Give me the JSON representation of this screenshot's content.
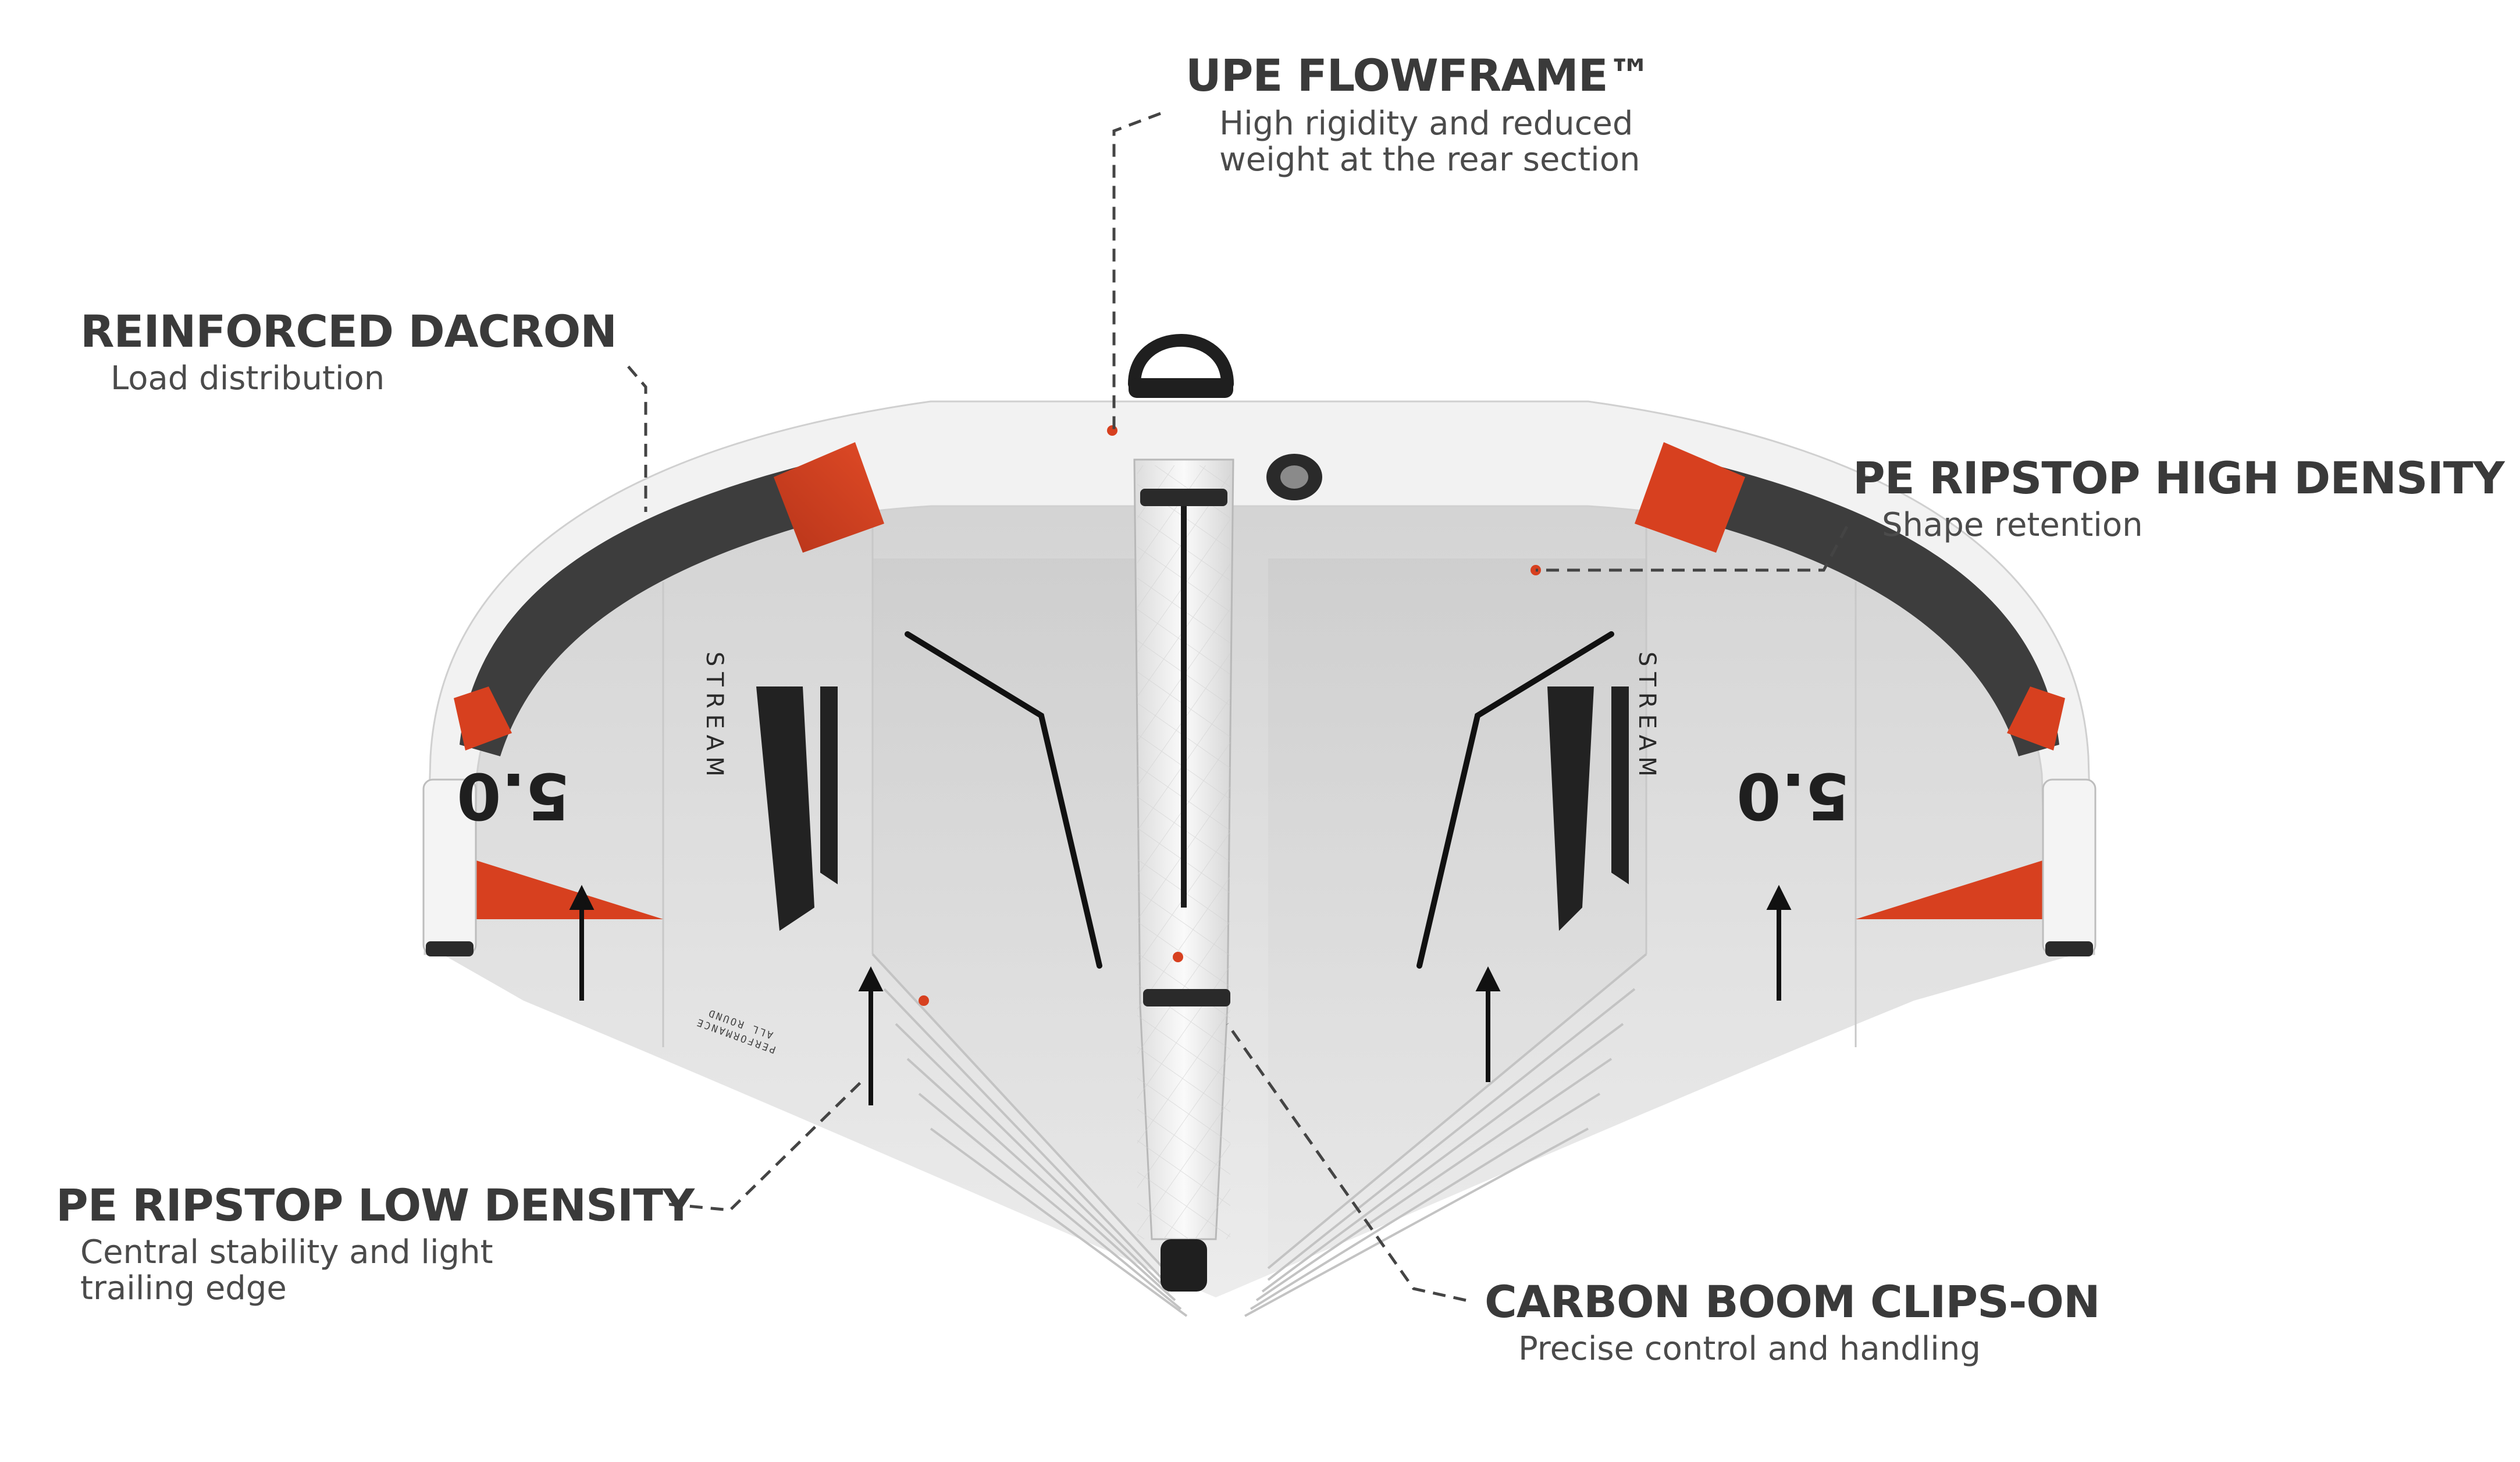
{
  "callouts": {
    "upe_flowframe": {
      "title": "UPE FLOWFRAME™",
      "desc_line1": "High rigidity and reduced",
      "desc_line2": "weight at the rear section"
    },
    "reinforced_dacron": {
      "title": "REINFORCED DACRON",
      "desc_line1": "Load distribution"
    },
    "pe_ripstop_high": {
      "title": "PE RIPSTOP HIGH DENSITY",
      "desc_line1": "Shape retention"
    },
    "pe_ripstop_low": {
      "title": "PE RIPSTOP LOW DENSITY",
      "desc_line1": "Central stability and light",
      "desc_line2": "trailing edge"
    },
    "carbon_boom": {
      "title": "CARBON BOOM CLIPS-ON",
      "desc_line1": "Precise control and handling"
    }
  },
  "wing_markings": {
    "size_left": "5.0",
    "size_right": "5.0",
    "brand_left": "STREAM",
    "brand_right": "STREAM",
    "tagline_line1": "ALL ROUND",
    "tagline_line2": "PERFORMANCE"
  },
  "colors": {
    "canopy": "#e2e2e2",
    "leading_edge": "#f2f2f2",
    "strut": "#f4f4f4",
    "accent_red": "#d7401f",
    "dark_panel": "#3d3d3d",
    "title_text": "#3a3a3a",
    "body_text": "#4b4b4b",
    "leader_line": "#444444"
  },
  "icons": [
    "handle-icon",
    "inflation-valve-icon",
    "wingtip-bumper-icon"
  ]
}
